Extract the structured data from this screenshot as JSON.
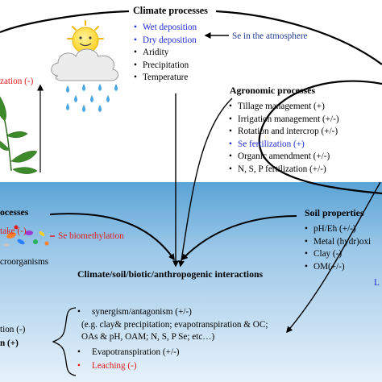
{
  "climate": {
    "title": "Climate processes",
    "items": [
      {
        "text": "Wet deposition",
        "color": "#1f2bd6"
      },
      {
        "text": "Dry deposition",
        "color": "#1f2bd6"
      },
      {
        "text": "Aridity",
        "color": "#000000"
      },
      {
        "text": "Precipitation",
        "color": "#000000"
      },
      {
        "text": "Temperature",
        "color": "#000000"
      }
    ],
    "atmosphere_label": "Se in the atmosphere"
  },
  "volatilization_label": "zation (-)",
  "agronomic": {
    "title": "Agronomic processes",
    "items": [
      {
        "text": "Tillage management (+)",
        "color": "#000000"
      },
      {
        "text": "Irrigation management (+/-)",
        "color": "#000000"
      },
      {
        "text": "Rotation and intercrop (+/-)",
        "color": "#000000"
      },
      {
        "text": "Se fertilization (+)",
        "color": "#1f2bd6"
      },
      {
        "text": "Organic amendment (+/-)",
        "color": "#000000"
      },
      {
        "text": "N, S, P fertilization (+/-)",
        "color": "#000000"
      }
    ]
  },
  "biotic": {
    "title_fragment": "ocesses",
    "uptake_fragment": "take (-)",
    "biomethylation": "Se biomethylation",
    "microorganisms": "croorganisms"
  },
  "soil": {
    "title": "Soil properties",
    "items": [
      {
        "text": "pH/Eh (+/-)"
      },
      {
        "text": "Metal (hydr)oxi"
      },
      {
        "text": "Clay (-)"
      },
      {
        "text": "OM(+/-)"
      }
    ],
    "leaching_fragment": "L"
  },
  "interactions": {
    "title": "Climate/soil/biotic/anthropogenic interactions",
    "synergism": "synergism/antagonism (+/-)",
    "example_line1": "(e.g. clay& precipitation; evapotranspiration & OC;",
    "example_line2": "OAs & pH, OAM; N, S, P Se; etc…)",
    "evapotranspiration": "Evapotranspiration (+/-)",
    "leaching": "Leaching (-)",
    "left_fragment1": "tion (-)",
    "left_fragment2": "n (+)"
  },
  "colors": {
    "soil_gradient_top": "#5aa3d6",
    "soil_gradient_bottom": "#dcecf8",
    "sun": "#ffd21f",
    "cloud": "#e9e9e9",
    "rain": "#4aa8e0",
    "plant": "#3d8a2a"
  }
}
